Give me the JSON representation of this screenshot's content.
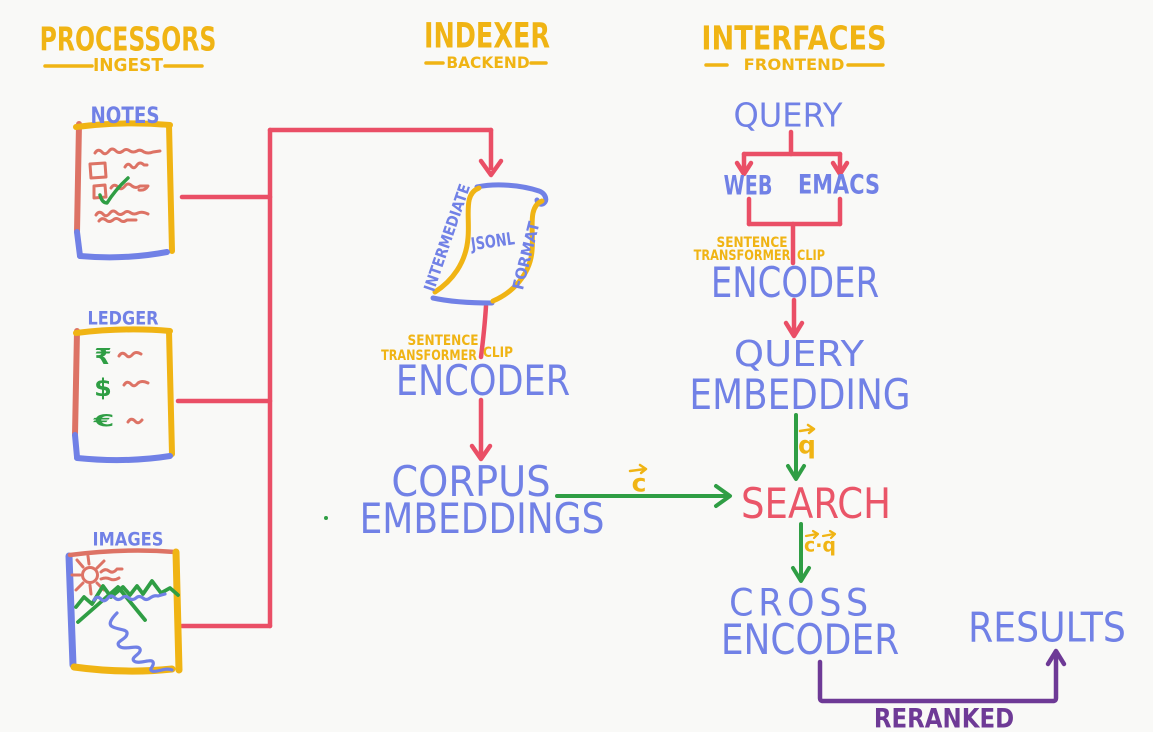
{
  "colors": {
    "bg": "#f9f9f7",
    "blue": "#7181e6",
    "yellow": "#f0b414",
    "red": "#ea4f66",
    "redtext": "#ea5568",
    "salmon": "#dd7365",
    "green": "#2f9e44",
    "purple": "#6e3a96"
  },
  "columns": {
    "processors": {
      "title": "PROCESSORS",
      "subtitle": "INGEST"
    },
    "indexer": {
      "title": "INDEXER",
      "subtitle": "BACKEND"
    },
    "interfaces": {
      "title": "INTERFACES",
      "subtitle": "FRONTEND"
    }
  },
  "cards": {
    "notes": {
      "label": "NOTES"
    },
    "ledger": {
      "label": "LEDGER",
      "currencies": [
        "₹",
        "$",
        "€"
      ]
    },
    "images": {
      "label": "IMAGES"
    }
  },
  "scroll": {
    "left_text": "INTERMEDIATE",
    "center_text": "JSONL",
    "right_text": "FORMAT"
  },
  "indexer_flow": {
    "model_line1": "SENTENCE",
    "model_line2": "TRANSFORMER",
    "model_alt": "CLIP",
    "encoder": "ENCODER",
    "output_line1": "CORPUS",
    "output_line2": "EMBEDDINGS",
    "corpus_vector": "c"
  },
  "interface_flow": {
    "query": "QUERY",
    "web": "WEB",
    "emacs": "EMACS",
    "model_line1": "SENTENCE",
    "model_line2": "TRANSFORMER",
    "model_alt": "CLIP",
    "encoder": "ENCODER",
    "embedding_line1": "QUERY",
    "embedding_line2": "EMBEDDING",
    "query_vector": "q",
    "search": "SEARCH",
    "dot_product": "c·q",
    "rerank_line1": "CROSS",
    "rerank_line2": "ENCODER",
    "results": "RESULTS",
    "reranked": "RERANKED"
  }
}
